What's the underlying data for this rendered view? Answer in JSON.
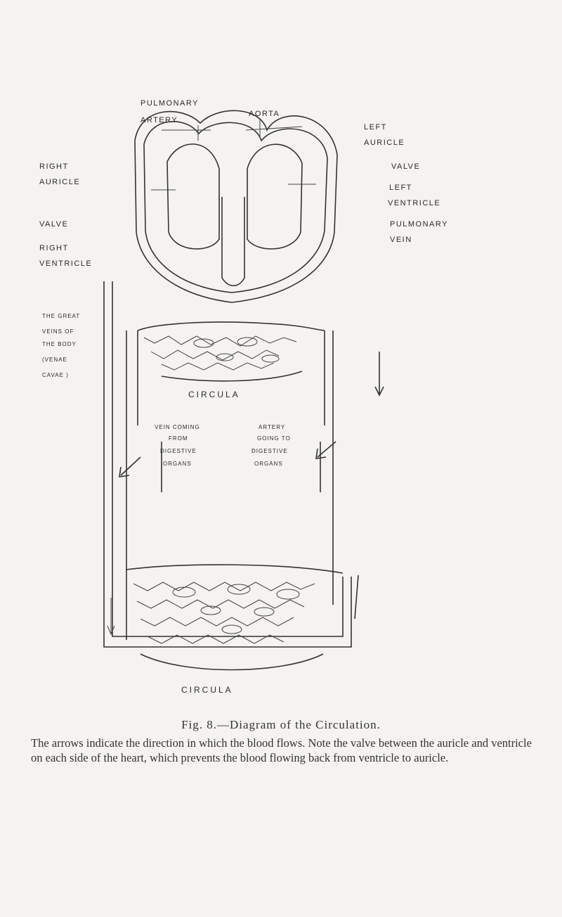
{
  "labels": {
    "pulmonary_artery": [
      "PULMONARY",
      "ARTERY"
    ],
    "aorta": "AORTA",
    "left_auricle": [
      "LEFT",
      "AURICLE"
    ],
    "right_auricle": [
      "RIGHT",
      "AURICLE"
    ],
    "valve_left": "VALVE",
    "valve_right": "VALVE",
    "left_ventricle": [
      "LEFT",
      "VENTRICLE"
    ],
    "right_ventricle": [
      "RIGHT",
      "VENTRICLE"
    ],
    "pulmonary_vein": [
      "PULMONARY",
      "VEIN"
    ],
    "venae_cavae": [
      "THE GREAT",
      "VEINS OF",
      "THE BODY",
      "(VENAE",
      "CAVAE )"
    ],
    "circulation_upper": "CIRCULA",
    "vein_coming": [
      "VEIN COMING",
      "FROM",
      "DIGESTIVE",
      "ORGANS"
    ],
    "artery_going": [
      "ARTERY",
      "GOING TO",
      "DIGESTIVE",
      "ORGANS"
    ],
    "circulation_lower": "CIRCULA"
  },
  "caption": {
    "title": "Fig. 8.—Diagram of the Circulation.",
    "description": "The arrows indicate the direction in which the blood flows. Note the valve between the auricle and ventricle on each side of the heart, which prevents the blood flowing back from ventricle to auricle."
  },
  "colors": {
    "ink": "#2b2b2b",
    "paper": "#f4f3ef"
  }
}
